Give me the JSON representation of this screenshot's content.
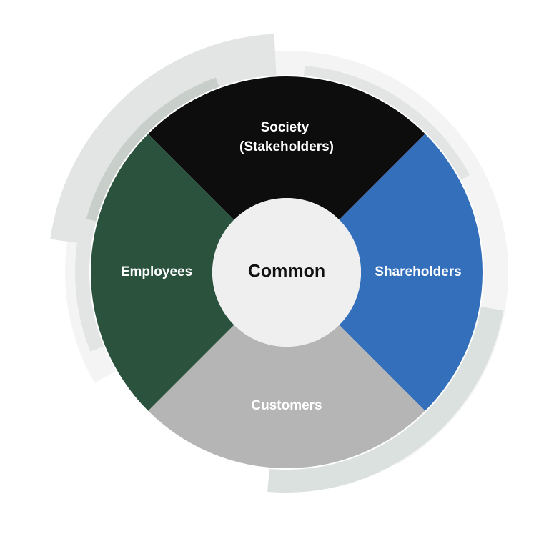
{
  "center": {
    "label": "Common",
    "color": "#efefef"
  },
  "segments": [
    {
      "id": "top",
      "lines": [
        "Society",
        "(Stakeholders)"
      ],
      "color": "#0d0d0d"
    },
    {
      "id": "right",
      "lines": [
        "Shareholders"
      ],
      "color": "#346fbc"
    },
    {
      "id": "bottom",
      "lines": [
        "Customers"
      ],
      "color": "#b5b5b5"
    },
    {
      "id": "left",
      "lines": [
        "Employees"
      ],
      "color": "#2a523c"
    }
  ],
  "decoration_colors": {
    "ring_light": "#f4f4f4",
    "ring_mid": "#e3e5e4",
    "ring_dark": "#c8cfcb",
    "ring_teal": "#dbe1de"
  }
}
